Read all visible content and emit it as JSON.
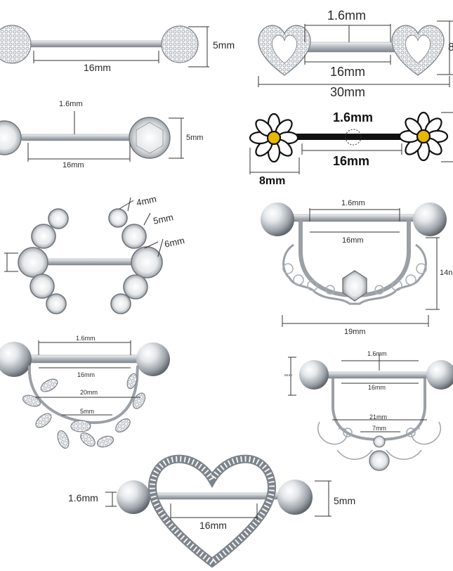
{
  "colors": {
    "metal": "#c9cdd2",
    "dim_line": "#333333",
    "petal": "#ffffff",
    "daisy_center": "#e8b800",
    "black_bar": "#111111"
  },
  "items": [
    {
      "name": "ball-barbell",
      "labels": {
        "length": "16mm",
        "ball": "5mm"
      }
    },
    {
      "name": "heart-cz-barbell",
      "labels": {
        "gauge": "1.6mm",
        "length": "16mm",
        "total": "30mm",
        "edge": "8"
      }
    },
    {
      "name": "prong-cz-barbell",
      "labels": {
        "gauge": "1.6mm",
        "length": "16mm",
        "gem": "5mm"
      }
    },
    {
      "name": "daisy-barbell",
      "labels": {
        "gauge": "1.6mm",
        "length": "16mm",
        "flower": "8mm"
      }
    },
    {
      "name": "cluster-gem-barbell",
      "labels": {
        "small": "4mm",
        "mid": "5mm",
        "large": "6mm"
      }
    },
    {
      "name": "filigree-shield-large",
      "labels": {
        "gauge": "1.6mm",
        "length": "16mm",
        "width": "19mm",
        "height": "14n"
      }
    },
    {
      "name": "leaf-vine-shield",
      "labels": {
        "gauge": "1.6mm",
        "length": "16mm",
        "width": "20mm",
        "inner": "5mm"
      }
    },
    {
      "name": "filigree-shield-small",
      "labels": {
        "gauge": "1.6mm",
        "length": "16mm",
        "ball": "5mm",
        "width": "21mm",
        "inner": "7mm"
      }
    },
    {
      "name": "heart-cz-shield",
      "labels": {
        "gauge": "1.6mm",
        "length": "16mm",
        "ball": "5mm"
      }
    }
  ]
}
